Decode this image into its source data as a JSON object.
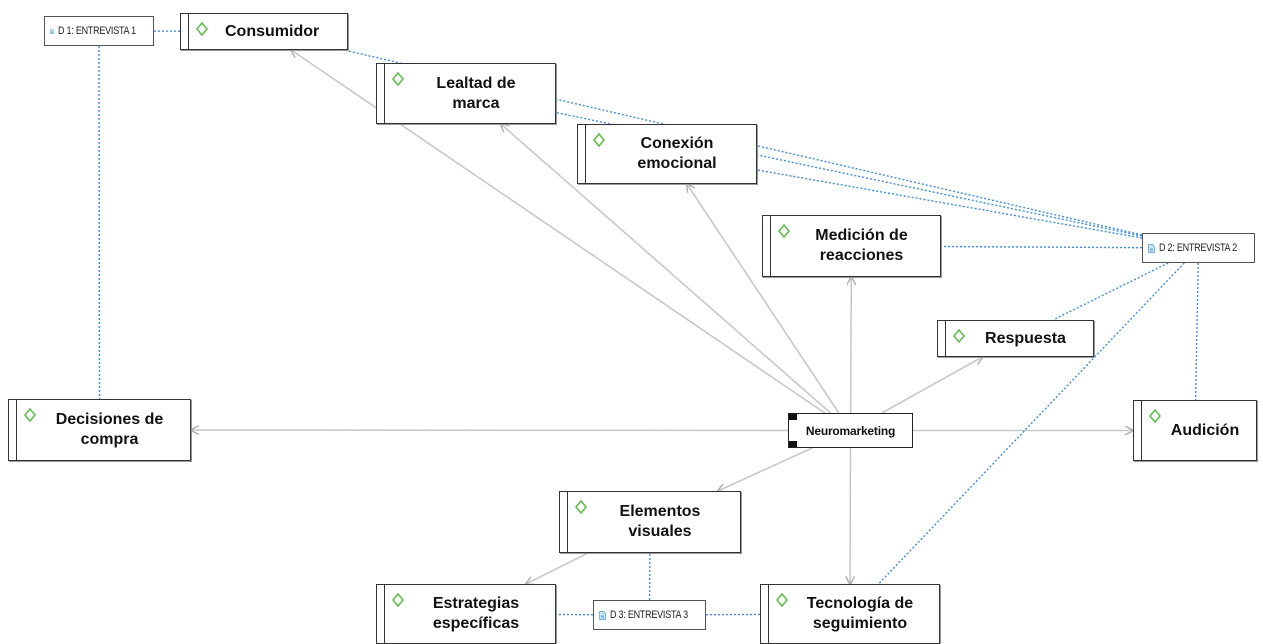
{
  "diagram": {
    "central": {
      "id": "neuro",
      "label": "Neuromarketing"
    },
    "codes": [
      {
        "id": "consumidor",
        "label": "Consumidor"
      },
      {
        "id": "lealtad",
        "label": "Lealtad de\nmarca"
      },
      {
        "id": "conexion",
        "label": "Conexión\nemocional"
      },
      {
        "id": "medicion",
        "label": "Medición de\nreacciones"
      },
      {
        "id": "respuesta",
        "label": "Respuesta"
      },
      {
        "id": "decisiones",
        "label": "Decisiones de\ncompra"
      },
      {
        "id": "audicion",
        "label": "Audición"
      },
      {
        "id": "elementos",
        "label": "Elementos\nvisuales"
      },
      {
        "id": "estrategias",
        "label": "Estrategias\nespecíficas"
      },
      {
        "id": "tecnologia",
        "label": "Tecnología de\nseguimiento"
      }
    ],
    "documents": [
      {
        "id": "d1",
        "label": "D 1: ENTREVISTA 1"
      },
      {
        "id": "d2",
        "label": "D 2: ENTREVISTA 2"
      },
      {
        "id": "d3",
        "label": "D 3: ENTREVISTA 3"
      }
    ],
    "relations": [
      {
        "from": "neuro",
        "to": "consumidor"
      },
      {
        "from": "neuro",
        "to": "lealtad"
      },
      {
        "from": "neuro",
        "to": "conexion"
      },
      {
        "from": "neuro",
        "to": "medicion"
      },
      {
        "from": "neuro",
        "to": "respuesta"
      },
      {
        "from": "neuro",
        "to": "decisiones"
      },
      {
        "from": "neuro",
        "to": "audicion"
      },
      {
        "from": "neuro",
        "to": "elementos"
      },
      {
        "from": "neuro",
        "to": "tecnologia"
      },
      {
        "from": "elementos",
        "to": "estrategias"
      }
    ],
    "document_links": [
      {
        "from": "d1",
        "to": "consumidor"
      },
      {
        "from": "d1",
        "to": "decisiones"
      },
      {
        "from": "d2",
        "to": "consumidor"
      },
      {
        "from": "d2",
        "to": "lealtad"
      },
      {
        "from": "d2",
        "to": "conexion"
      },
      {
        "from": "d2",
        "to": "medicion"
      },
      {
        "from": "d2",
        "to": "respuesta"
      },
      {
        "from": "d2",
        "to": "audicion"
      },
      {
        "from": "d2",
        "to": "tecnologia"
      },
      {
        "from": "d3",
        "to": "elementos"
      },
      {
        "from": "d3",
        "to": "estrategias"
      },
      {
        "from": "d3",
        "to": "tecnologia"
      }
    ],
    "colors": {
      "relation_line": "#c8c8c8",
      "document_link": "#3d8fe6",
      "code_icon": "#5fbf4a",
      "doc_icon": "#3a8fd8",
      "border": "#333333"
    }
  }
}
